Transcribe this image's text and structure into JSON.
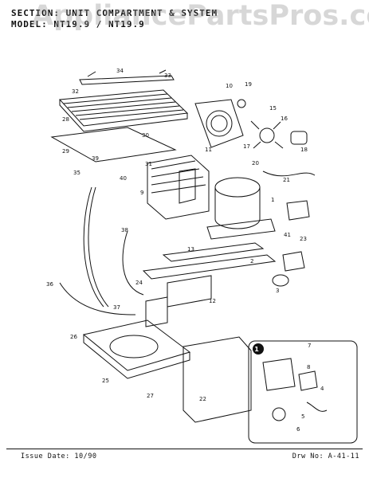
{
  "header": {
    "section": "SECTION: UNIT COMPARTMENT & SYSTEM",
    "model": "MODEL: NT19.9 / NT19.9"
  },
  "watermark": "AppliancePartsPros.com",
  "callouts": {
    "n1": "1",
    "n2": "2",
    "n3": "3",
    "n4": "4",
    "n5": "5",
    "n6": "6",
    "n7": "7",
    "n8": "8",
    "n9": "9",
    "n10": "10",
    "n11": "11",
    "n12": "12",
    "n13": "13",
    "n15": "15",
    "n16": "16",
    "n17": "17",
    "n18": "18",
    "n19": "19",
    "n20": "20",
    "n21": "21",
    "n22": "22",
    "n23": "23",
    "n24": "24",
    "n25": "25",
    "n26": "26",
    "n27": "27",
    "n28": "28",
    "n29": "29",
    "n30": "30",
    "n31": "31",
    "n32": "32",
    "n33": "33",
    "n34": "34",
    "n35": "35",
    "n36": "36",
    "n37": "37",
    "n38": "38",
    "n39": "39",
    "n40": "40",
    "n41": "41"
  },
  "inset_marker": "1",
  "footer": {
    "issue": "Issue Date: 10/90",
    "drawing": "Drw No: A-41-11"
  }
}
